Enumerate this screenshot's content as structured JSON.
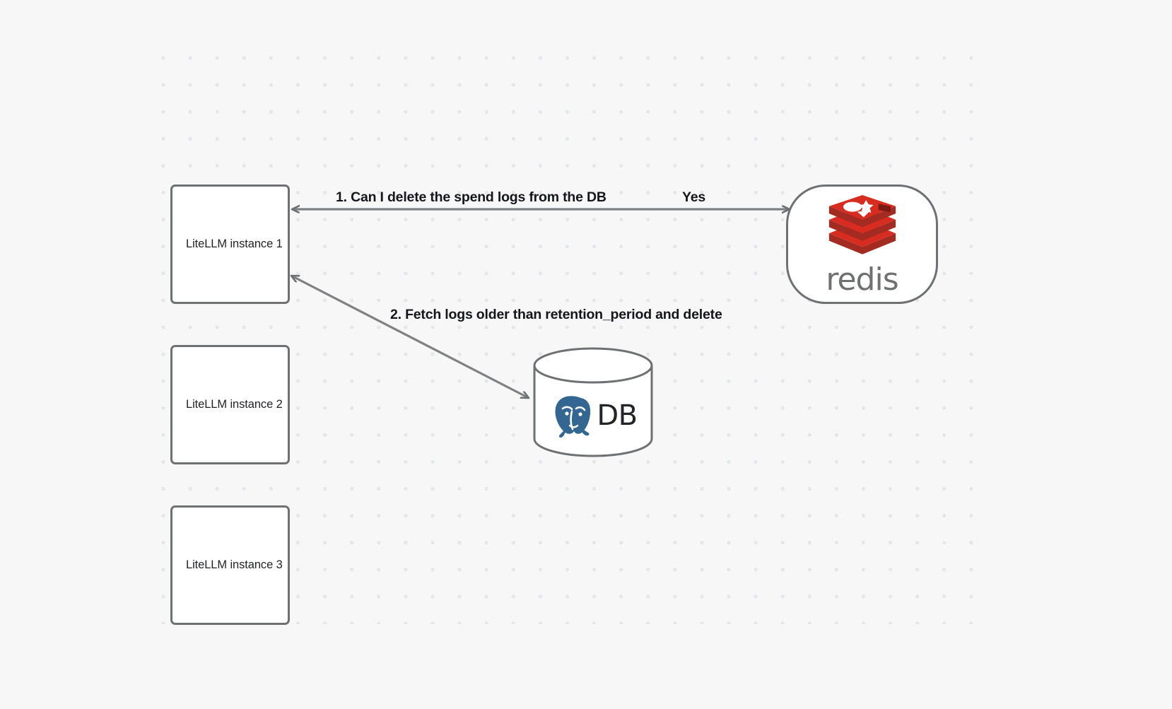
{
  "canvas": {
    "background_color": "#f7f7f8",
    "dot_color": "#e6e7e8"
  },
  "nodes": [
    {
      "id": "instance-1",
      "label": "LiteLLM instance 1",
      "shape": "rounded-rect"
    },
    {
      "id": "instance-2",
      "label": "LiteLLM instance 2",
      "shape": "rounded-rect"
    },
    {
      "id": "instance-3",
      "label": "LiteLLM instance 3",
      "shape": "rounded-rect"
    },
    {
      "id": "redis",
      "label": "redis",
      "shape": "stadium",
      "logo": "redis-logo",
      "logo_color": "#d82c20"
    },
    {
      "id": "db",
      "label": "DB",
      "shape": "cylinder",
      "logo": "postgresql-elephant-logo",
      "logo_color": "#336791"
    }
  ],
  "instances": {
    "instance_1_label": "LiteLLM instance 1",
    "instance_2_label": "LiteLLM instance 2",
    "instance_3_label": "LiteLLM instance 3"
  },
  "redis_node": {
    "wordmark": "redis"
  },
  "db_node": {
    "label": "DB"
  },
  "edges": [
    {
      "id": "edge-1",
      "from": "instance-1",
      "to": "redis",
      "direction": "bidirectional",
      "label": "1.  Can I delete the spend logs from the DB",
      "label_secondary": "Yes",
      "stroke_color": "#6f7072"
    },
    {
      "id": "edge-2",
      "from": "instance-1",
      "to": "db",
      "direction": "bidirectional",
      "label": "2.  Fetch logs older than retention_period and delete",
      "stroke_color": "#6f7072"
    }
  ],
  "edge_labels": {
    "step1": "1.  Can I delete the spend logs from the DB",
    "step1_answer": "Yes",
    "step2": "2.  Fetch logs older than retention_period and delete"
  }
}
